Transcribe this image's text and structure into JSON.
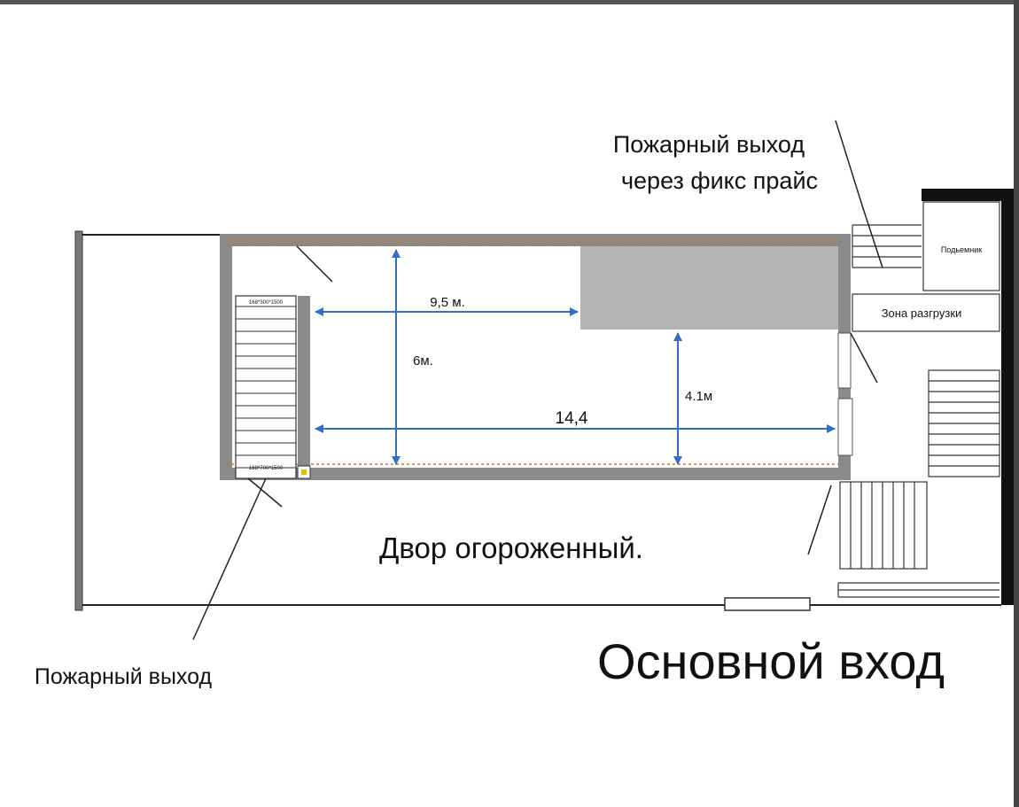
{
  "labels": {
    "fire_exit_top_line1": "Пожарный выход",
    "fire_exit_top_line2": "через фикс прайс",
    "fire_exit_bottom": "Пожарный выход",
    "main_entrance": "Основной вход",
    "yard": "Двор огороженный.",
    "lift": "Подьемник",
    "unloading_zone": "Зона разгрузки"
  },
  "dimensions": {
    "width_top": "9,5 м.",
    "height_left": "6м.",
    "length_full": "14,4",
    "height_right": "4.1м"
  },
  "stair_tags": {
    "top": "168*300*1500",
    "bottom": "168*700*1500"
  },
  "colors": {
    "wall_gray": "#8a8a8a",
    "arrow_blue": "#2f6fc9",
    "dash_orange": "#c8741f",
    "block_gray": "#b3b3b3",
    "black_wall": "#111111"
  }
}
